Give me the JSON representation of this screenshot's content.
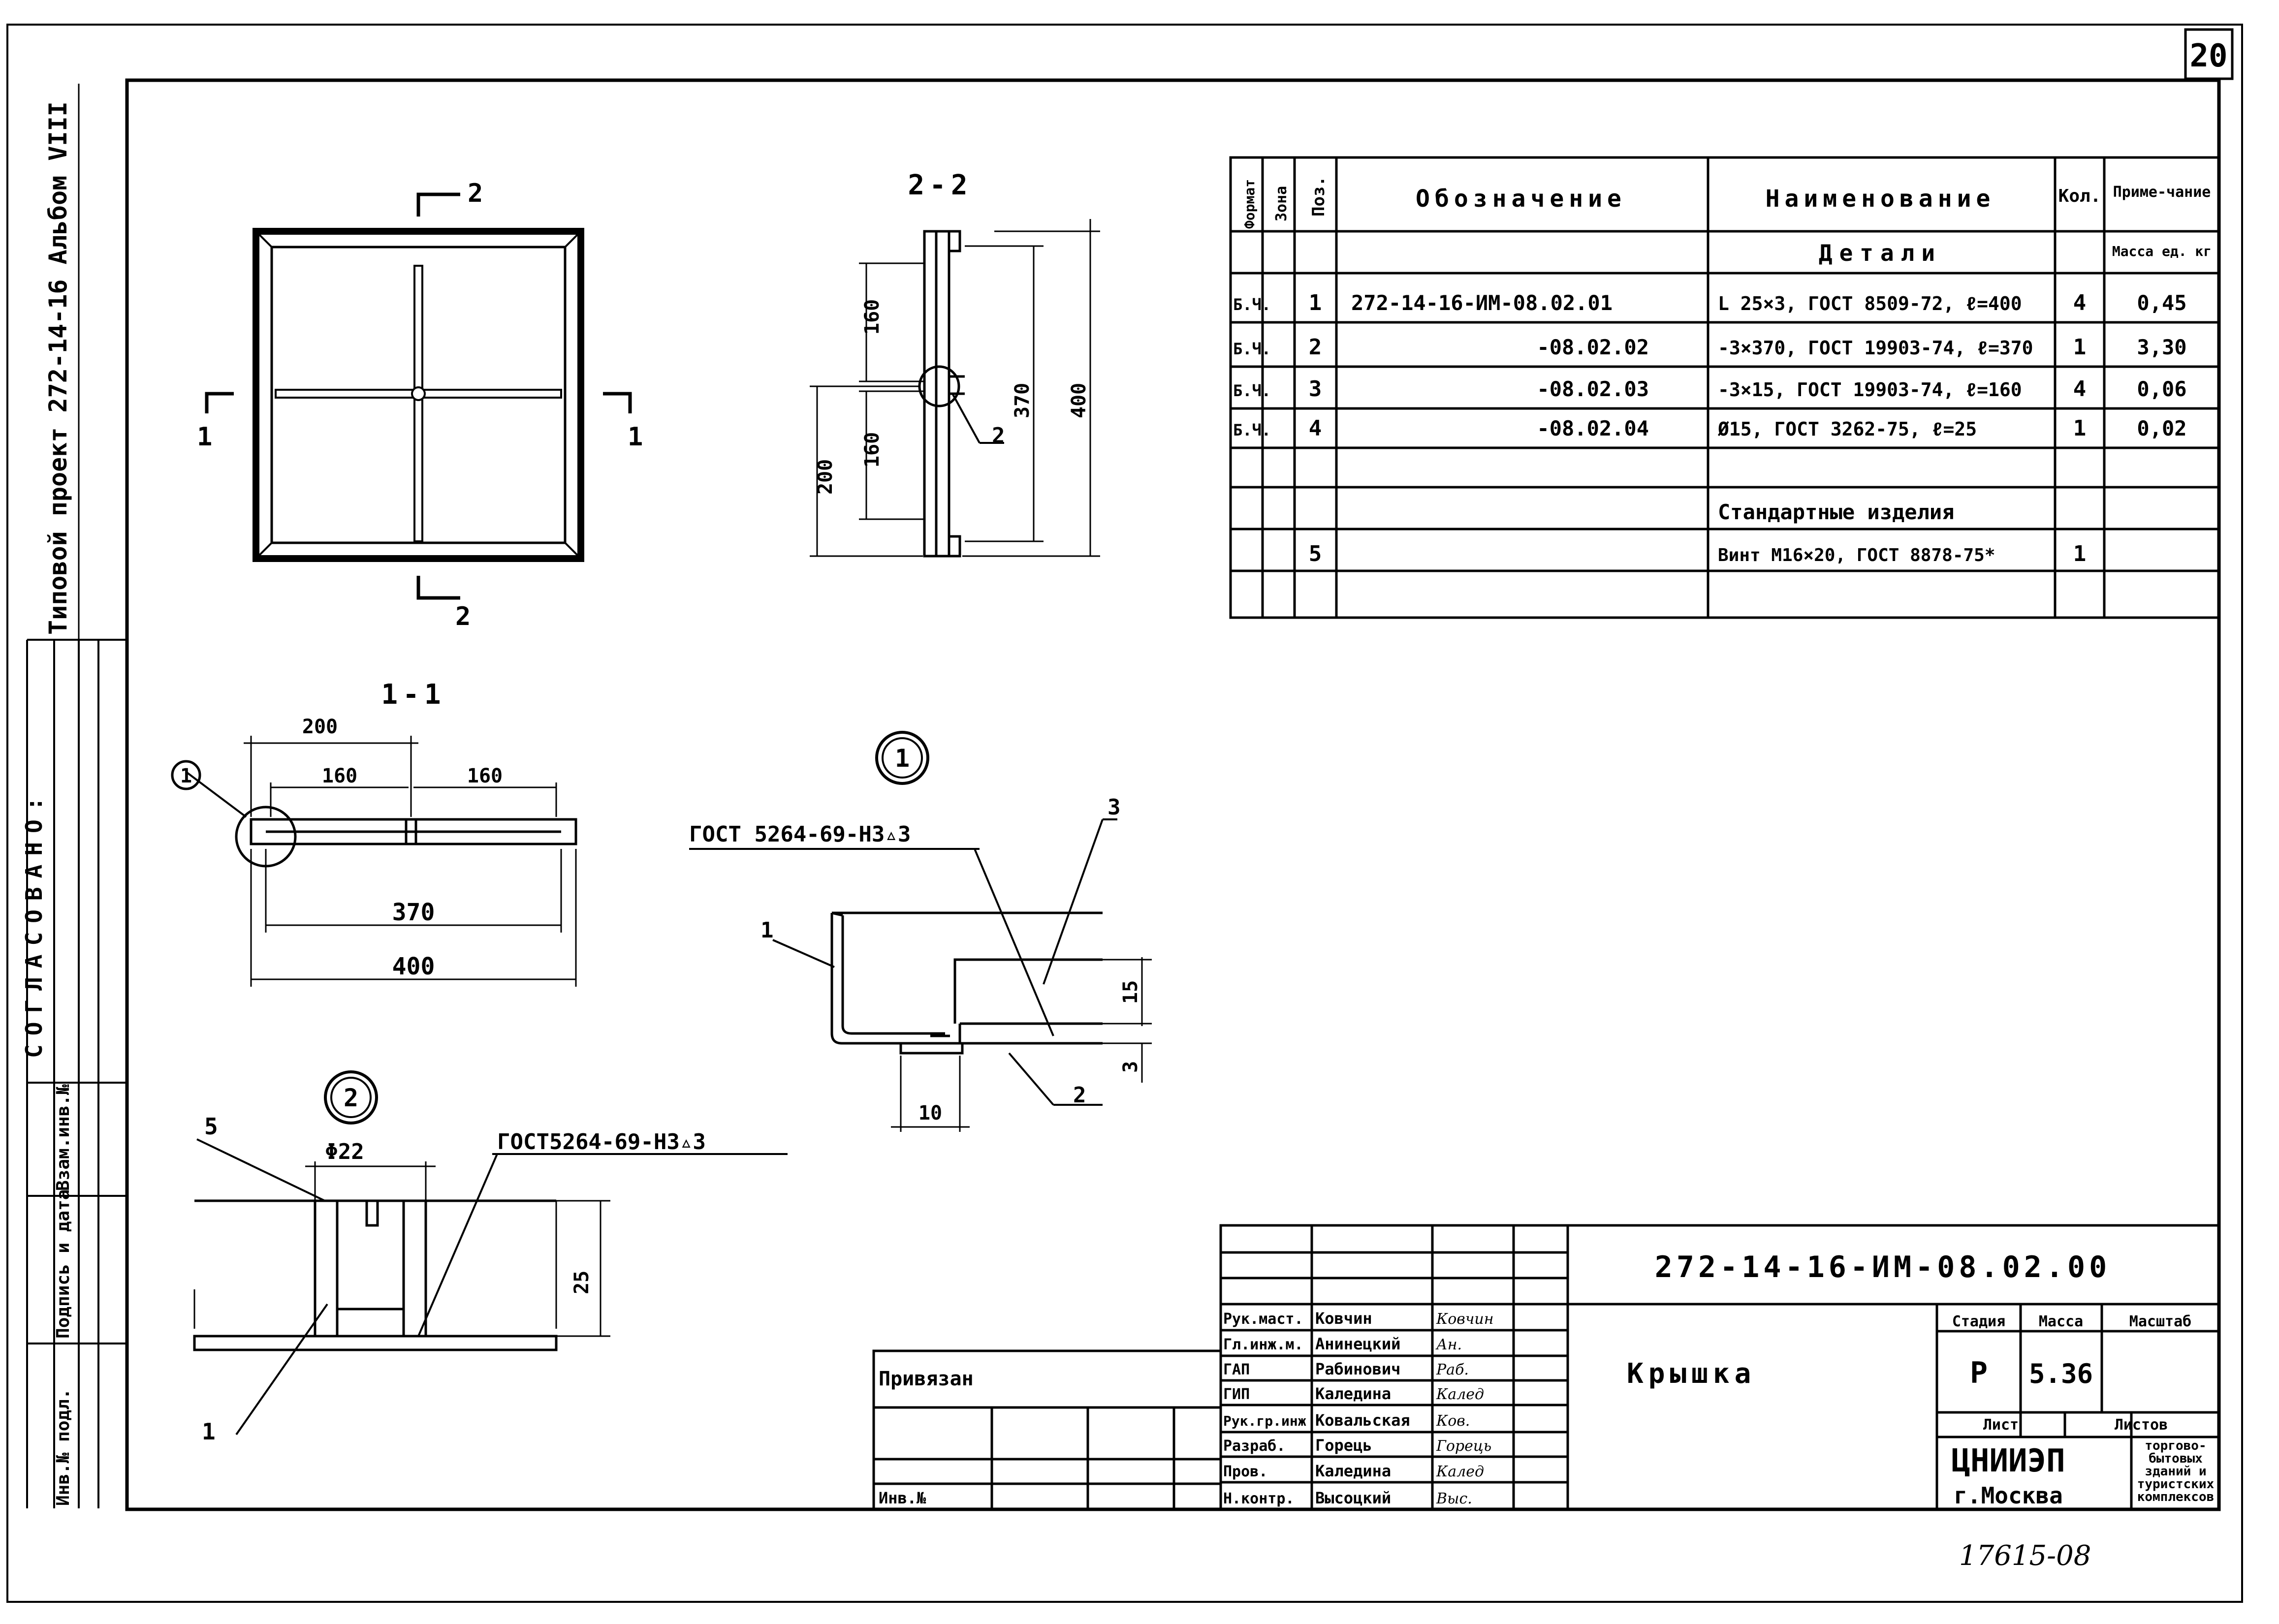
{
  "sheet_number": "20",
  "vertical_title": "Типовой проект 272-14-16 Альбом VIII",
  "agreed_label": "СОГЛАСОВАНО:",
  "left_strip": {
    "inv_podl": "Инв.№ подл.",
    "podpis_data": "Подпись и дата",
    "vzam_inv": "Взам.инв.№"
  },
  "views": {
    "plan": {
      "cut_2_top": "2",
      "cut_2_bottom": "2",
      "cut_1_left": "1",
      "cut_1_right": "1"
    },
    "section_2_2": {
      "title": "2-2",
      "dims": {
        "d160a": "160",
        "d160b": "160",
        "d200": "200",
        "d370": "370",
        "d400": "400"
      },
      "callout": "2"
    },
    "section_1_1": {
      "title": "1-1",
      "callout": "1",
      "dims": {
        "d200": "200",
        "d160a": "160",
        "d160b": "160",
        "d370": "370",
        "d400": "400"
      }
    },
    "detail_1": {
      "title": "1",
      "weld": "ГОСТ 5264-69-Н3▵3",
      "pos_1": "1",
      "pos_2": "2",
      "pos_3": "3",
      "dim_15": "15",
      "dim_3": "3",
      "dim_10": "10"
    },
    "detail_2": {
      "title": "2",
      "pos_5": "5",
      "pos_1": "1",
      "dia": "Φ22",
      "weld": "ГОСТ5264-69-Н3▵3",
      "dim_25": "25"
    }
  },
  "spec": {
    "headers": {
      "format": "Формат",
      "zone": "Зона",
      "pos": "Поз.",
      "designation": "Обозначение",
      "name": "Наименование",
      "qty": "Кол.",
      "note": "Приме-чание"
    },
    "section_details": "Детали",
    "mass_unit": "Масса ед. кг",
    "rows": [
      {
        "format": "Б.Ч.",
        "pos": "1",
        "designation": "272-14-16-ИМ-08.02.01",
        "name": "L 25×3, ГОСТ 8509-72, ℓ=400",
        "qty": "4",
        "note": "0,45"
      },
      {
        "format": "Б.Ч.",
        "pos": "2",
        "designation": "-08.02.02",
        "name": "-3×370, ГОСТ 19903-74, ℓ=370",
        "qty": "1",
        "note": "3,30"
      },
      {
        "format": "Б.Ч.",
        "pos": "3",
        "designation": "-08.02.03",
        "name": "-3×15, ГОСТ 19903-74, ℓ=160",
        "qty": "4",
        "note": "0,06"
      },
      {
        "format": "Б.Ч.",
        "pos": "4",
        "designation": "-08.02.04",
        "name": "Ø15, ГОСТ 3262-75, ℓ=25",
        "qty": "1",
        "note": "0,02"
      }
    ],
    "section_standard": "Стандартные изделия",
    "standard_rows": [
      {
        "pos": "5",
        "name": "Винт М16×20, ГОСТ 8878-75*",
        "qty": "1"
      }
    ]
  },
  "title_block": {
    "code": "272-14-16-ИМ-08.02.00",
    "name": "Крышка",
    "stage_label": "Стадия",
    "mass_label": "Масса",
    "scale_label": "Масштаб",
    "stage": "Р",
    "mass": "5.36",
    "sheet_label": "Лист",
    "sheets_label": "Листов",
    "org": "ЦНИИЭП",
    "city": "г.Москва",
    "org_desc": "торгово-бытовых зданий и туристских комплексов",
    "roles": [
      {
        "role": "Рук.маст.",
        "name": "Ковчин"
      },
      {
        "role": "Гл.инж.м.",
        "name": "Анинецкий"
      },
      {
        "role": "ГАП",
        "name": "Рабинович"
      },
      {
        "role": "ГИП",
        "name": "Каледина"
      },
      {
        "role": "Рук.гр.инж",
        "name": "Ковальская"
      },
      {
        "role": "Разраб.",
        "name": "Горець"
      },
      {
        "role": "Пров.",
        "name": "Каледина"
      },
      {
        "role": "Н.контр.",
        "name": "Высоцкий"
      }
    ],
    "signatures": [
      "Ковчин",
      "Ан.",
      "Раб.",
      "Калед",
      "Ков.",
      "Горець",
      "Калед",
      "Выс."
    ],
    "privyazan": "Привязан",
    "inv_no": "Инв.№",
    "footer_number": "17615-08"
  }
}
